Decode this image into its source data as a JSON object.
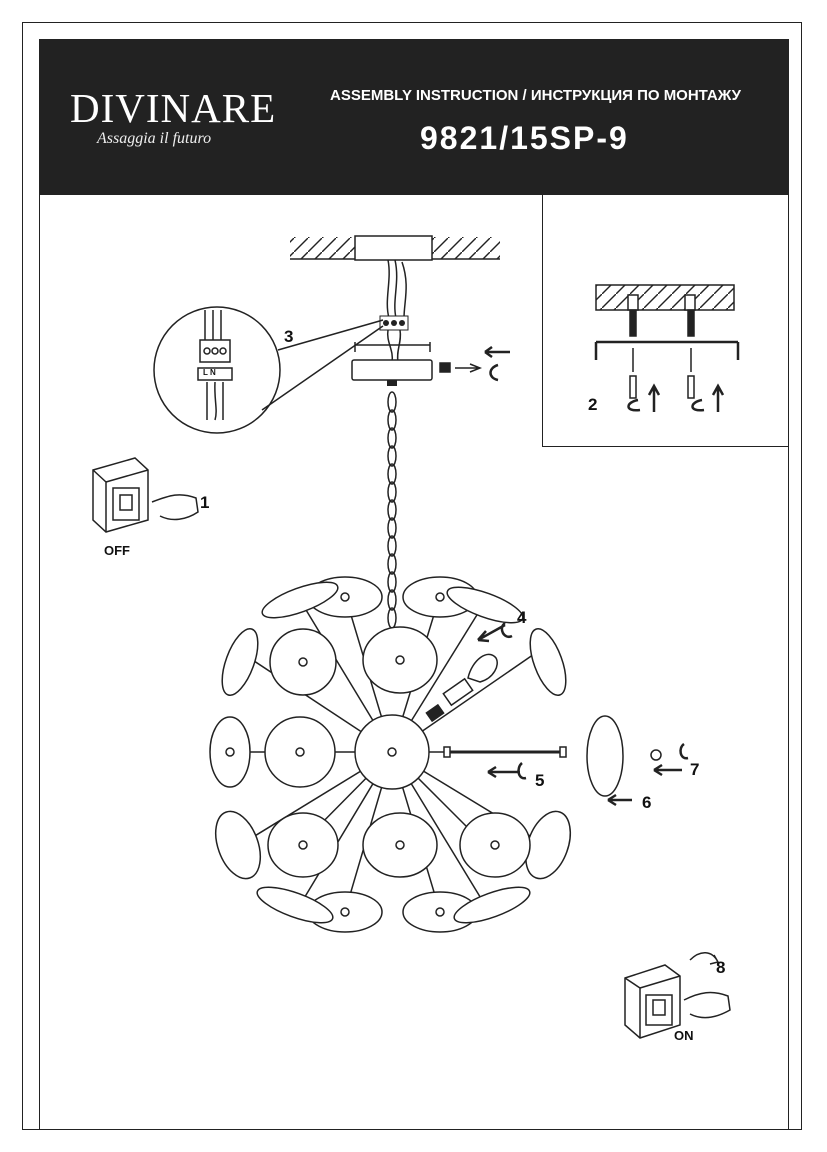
{
  "header": {
    "brand": "DIVINARE",
    "tagline": "Assaggia il futuro",
    "subtitle": "ASSEMBLY INSTRUCTION / ИНСТРУКЦИЯ ПО МОНТАЖУ",
    "model": "9821/15SP-9"
  },
  "steps": {
    "s1": "1",
    "s2": "2",
    "s3": "3",
    "s4": "4",
    "s5": "5",
    "s6": "6",
    "s7": "7",
    "s8": "8"
  },
  "switch": {
    "off_label": "OFF",
    "on_label": "ON"
  },
  "terminal": {
    "label": "L N"
  }
}
